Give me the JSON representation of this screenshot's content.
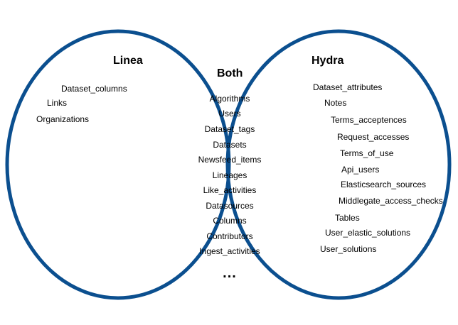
{
  "colors": {
    "circle_stroke": "#0b4f8f"
  },
  "linea": {
    "title": "Linea",
    "items": [
      "Dataset_columns",
      "Links",
      "Organizations"
    ]
  },
  "both": {
    "title": "Both",
    "items": [
      "Algorithms",
      "Users",
      "Dataset_tags",
      "Datasets",
      "Newsfeed_items",
      "Lineages",
      "Like_activities",
      "Datasources",
      "Columns",
      "Contributors",
      "Ingest_activities"
    ],
    "ellipsis": "..."
  },
  "hydra": {
    "title": "Hydra",
    "items": [
      "Dataset_attributes",
      "Notes",
      "Terms_acceptences",
      "Request_accesses",
      "Terms_of_use",
      "Api_users",
      "Elasticsearch_sources",
      "Middlegate_access_checks",
      "Tables",
      "User_elastic_solutions",
      "User_solutions"
    ]
  }
}
